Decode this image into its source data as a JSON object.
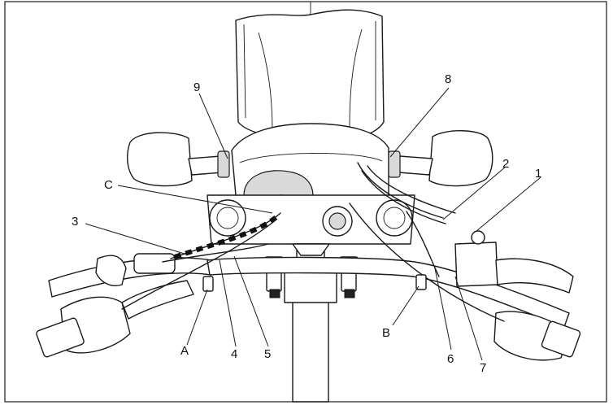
{
  "diagram": {
    "callouts": [
      {
        "id": "callout-1",
        "text": "1"
      },
      {
        "id": "callout-2",
        "text": "2"
      },
      {
        "id": "callout-3",
        "text": "3"
      },
      {
        "id": "callout-4",
        "text": "4"
      },
      {
        "id": "callout-5",
        "text": "5"
      },
      {
        "id": "callout-6",
        "text": "6"
      },
      {
        "id": "callout-7",
        "text": "7"
      },
      {
        "id": "callout-8",
        "text": "8"
      },
      {
        "id": "callout-9",
        "text": "9"
      },
      {
        "id": "callout-A",
        "text": "A"
      },
      {
        "id": "callout-B",
        "text": "B"
      },
      {
        "id": "callout-C",
        "text": "C"
      }
    ]
  }
}
